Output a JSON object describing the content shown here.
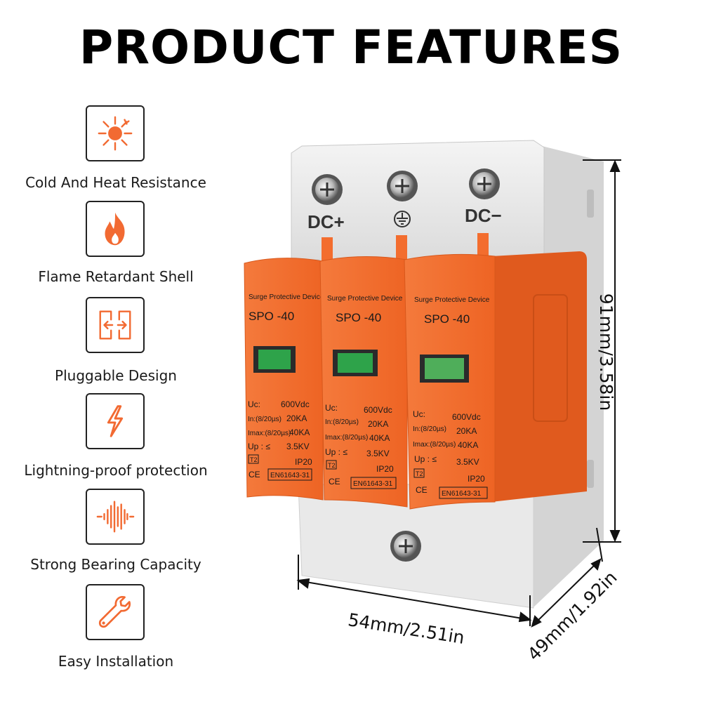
{
  "title": "PRODUCT FEATURES",
  "features": [
    {
      "label": "Cold And Heat Resistance",
      "icon": "sun-snowflake-icon"
    },
    {
      "label": "Flame Retardant Shell",
      "icon": "flame-icon"
    },
    {
      "label": "Pluggable Design",
      "icon": "plug-arrows-icon"
    },
    {
      "label": "Lightning-proof protection",
      "icon": "lightning-icon"
    },
    {
      "label": "Strong Bearing Capacity",
      "icon": "sound-wave-icon"
    },
    {
      "label": "Easy Installation",
      "icon": "wrench-icon"
    }
  ],
  "colors": {
    "accent": "#f26a32",
    "device_orange": "#f36d2e",
    "housing_gray": "#e6e6e6"
  },
  "device": {
    "terminals": {
      "dc_plus": "DC+",
      "dc_minus": "DC−"
    },
    "modules": [
      {
        "brand": "Surge Protective Device",
        "model": "SPO -40",
        "uc_label": "Uc:",
        "uc": "600Vdc",
        "in_label": "In:(8/20µs)",
        "in": "20KA",
        "imax_label": "Imax:(8/20µs)",
        "imax": "40KA",
        "up_label": "Up : ≤",
        "up": "3.5KV",
        "type": "T2",
        "ip": "IP20",
        "ce": "CE",
        "standard": "EN61643-31"
      },
      {
        "brand": "Surge Protective Device",
        "model": "SPO -40",
        "uc_label": "Uc:",
        "uc": "600Vdc",
        "in_label": "In:(8/20µs)",
        "in": "20KA",
        "imax_label": "Imax:(8/20µs)",
        "imax": "40KA",
        "up_label": "Up : ≤",
        "up": "3.5KV",
        "type": "T2",
        "ip": "IP20",
        "ce": "CE",
        "standard": "EN61643-31"
      },
      {
        "brand": "Surge Protective Device",
        "model": "SPO -40",
        "uc_label": "Uc:",
        "uc": "600Vdc",
        "in_label": "In:(8/20µs)",
        "in": "20KA",
        "imax_label": "Imax:(8/20µs)",
        "imax": "40KA",
        "up_label": "Up : ≤",
        "up": "3.5KV",
        "type": "T2",
        "ip": "IP20",
        "ce": "CE",
        "standard": "EN61643-31"
      }
    ]
  },
  "dimensions": {
    "height": "91mm/3.58in",
    "width": "54mm/2.51in",
    "depth": "49mm/1.92in"
  }
}
